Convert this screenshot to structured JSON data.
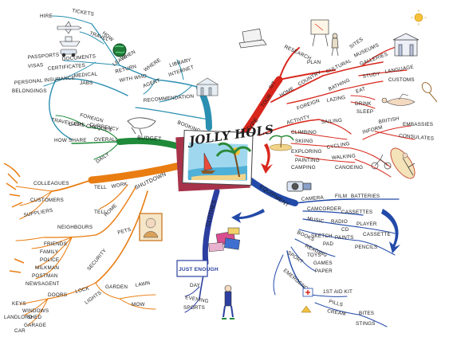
{
  "center": {
    "title": "Jolly Hols"
  },
  "colors": {
    "travel_booking": "#2a8fb0",
    "budget": "#1f8a3a",
    "type": "#d8261c",
    "equipment": "#234aa8",
    "clothes": "#2c3fa0",
    "shutdown": "#e97d12",
    "pets": "#c96f12"
  },
  "branches": {
    "booking": {
      "label": "Booking",
      "agent": "Agent",
      "library": "Library",
      "internet": "Internet",
      "with_who": "With Who",
      "recommendation": "Recommendation",
      "where": "Where",
      "leave": "Leave",
      "return": "Return",
      "when": "When",
      "how": "How",
      "travel": "Travel",
      "tickets": "Tickets",
      "hire": "Hire",
      "documents": "Documents",
      "passports": "Passports",
      "visas": "Visas",
      "certificates": "Certificates",
      "medical": "Medical",
      "jabs": "Jabs",
      "personal_insurance": "Personal Insurance",
      "belongings": "Belongings"
    },
    "budget": {
      "label": "Budget",
      "overall": "Overall",
      "daily": "Daily",
      "currency": "Currency",
      "foreign": "Foreign",
      "cash": "Cash",
      "travellers_cheques": "Travellers Cheques",
      "how_share": "How Share"
    },
    "type": {
      "label": "Type",
      "research": "Research",
      "tour": "Tour",
      "plan": "Plan",
      "sit": "Sit",
      "home": "Home",
      "country": "Country",
      "foreign": "Foreign",
      "cultural": "Cultural",
      "museums": "Museums",
      "galleries": "Galleries",
      "sites": "Sites",
      "study": "Study",
      "language": "Language",
      "customs": "Customs",
      "bathing": "Bathing",
      "lazing": "Lazing",
      "eat": "Eat",
      "drink": "Drink",
      "sleep": "Sleep",
      "activity": "Activity",
      "sailing": "Sailing",
      "climbing": "Climbing",
      "skiing": "Skiing",
      "exploring": "Exploring",
      "painting": "Painting",
      "camping": "Camping",
      "cycling": "Cycling",
      "walking": "Walking",
      "canoeing": "Canoeing",
      "inform": "Inform",
      "british": "British",
      "embassies": "Embassies",
      "consulates": "Consulates"
    },
    "equipment": {
      "label": "Equipment",
      "camera": "Camera",
      "film": "Film",
      "batteries": "Batteries",
      "camcorder": "Camcorder",
      "cassettes": "Cassettes",
      "music": "Music",
      "radio": "Radio",
      "player": "Player",
      "cd": "CD",
      "books": "Books",
      "cassette": "Cassette",
      "sketch": "Sketch",
      "paints": "Paints",
      "pad": "Pad",
      "pencils": "Pencils",
      "reading": "Reading",
      "sport": "Sport",
      "toys": "Toys",
      "games": "Games",
      "emergency": "Emergency",
      "paper": "Paper",
      "first_aid_kit": "1st Aid Kit",
      "pills": "Pills",
      "cream": "Cream",
      "bites": "Bites",
      "stings": "Stings"
    },
    "clothes": {
      "label": "Clothes",
      "just_enough": "Just Enough",
      "day": "Day",
      "evening": "Evening",
      "sports": "Sports"
    },
    "shutdown": {
      "label": "Shutdown",
      "tell": "Tell",
      "work": "Work",
      "colleagues": "Colleagues",
      "customers": "Customers",
      "suppliers": "Suppliers",
      "home": "Home",
      "neighbours": "Neighbours",
      "friends": "Friends",
      "family": "Family",
      "police": "Police",
      "milkman": "Milkman",
      "postman": "Postman",
      "newsagent": "Newsagent",
      "pets": "Pets",
      "security": "Security",
      "keys": "Keys",
      "doors": "Doors",
      "lock": "Lock",
      "windows": "Windows",
      "shed": "Shed",
      "garage": "Garage",
      "car": "Car",
      "landlord": "Landlord",
      "lights": "Lights",
      "garden": "Garden",
      "lawn": "Lawn",
      "mow": "Mow"
    }
  }
}
